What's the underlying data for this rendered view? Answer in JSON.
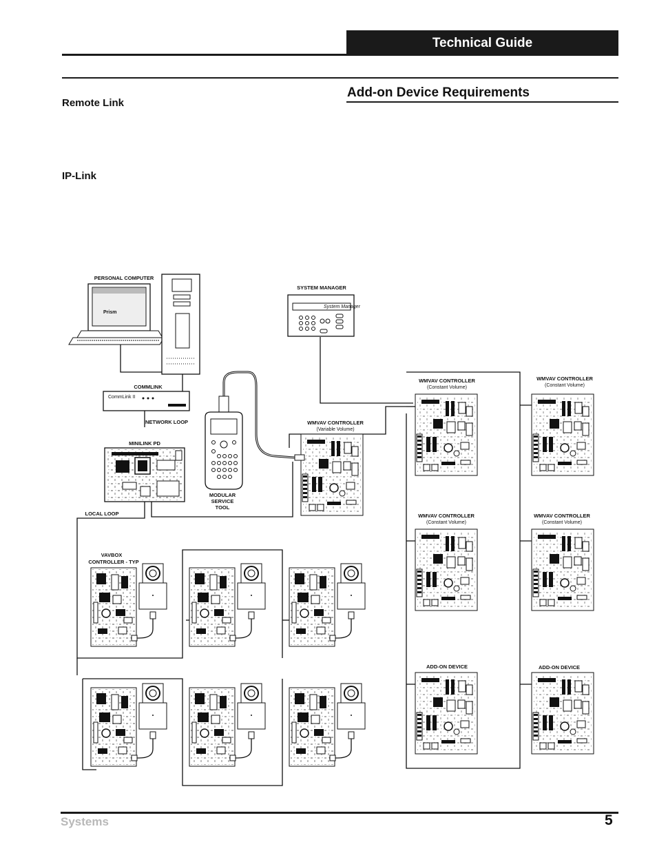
{
  "header": {
    "guide_title": "Technical Guide"
  },
  "main": {
    "section_title": "Add-on Device Requirements",
    "headings": {
      "remote_link": "Remote Link",
      "ip_link": "IP-Link"
    }
  },
  "diagram": {
    "labels": {
      "personal_computer": "PERSONAL COMPUTER",
      "system_manager": "SYSTEM MANAGER",
      "commlink": "COMMLINK",
      "network_loop": "NETWORK LOOP",
      "minilink_pd": "MINILINK PD",
      "modular_service_tool": [
        "MODULAR",
        "SERVICE",
        "TOOL"
      ],
      "local_loop": "LOCAL LOOP",
      "vavbox_controller": [
        "VAVBOX",
        "CONTROLLER - TYP"
      ],
      "wmvav_variable": [
        "WMVAV CONTROLLER",
        "(Variable Volume)"
      ],
      "wmvav_constant": [
        "WMVAV CONTROLLER",
        "(Constant Volume)"
      ],
      "add_on_device": "ADD-ON DEVICE",
      "monitor_brand": "Prism",
      "commlink_brand": "CommLink II",
      "sysmgr_brand": "System Manager"
    }
  },
  "footer": {
    "section_name": "Systems",
    "page_number": "5"
  }
}
